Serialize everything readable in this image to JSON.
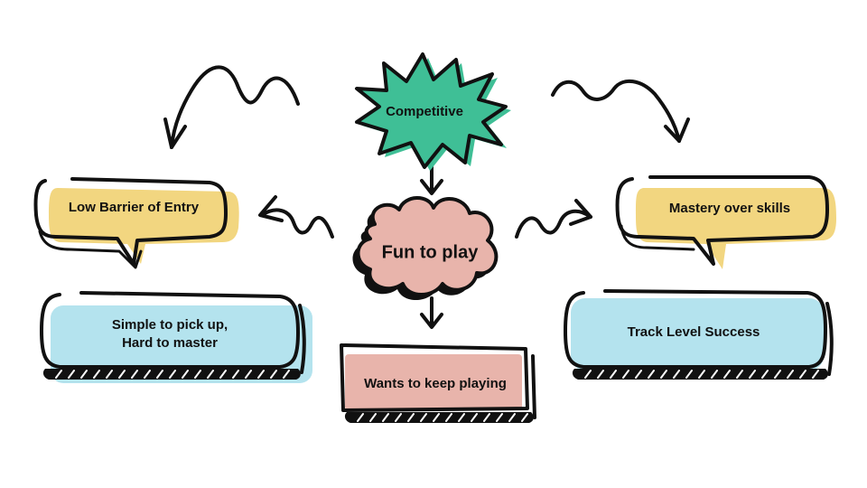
{
  "nodes": {
    "competitive": {
      "label": "Competitive"
    },
    "fun": {
      "label": "Fun to play"
    },
    "low_barrier": {
      "label": "Low Barrier of Entry"
    },
    "mastery": {
      "label": "Mastery over skills"
    },
    "simple": {
      "line1": "Simple to pick up,",
      "line2": "Hard to master"
    },
    "keep_playing": {
      "label": "Wants to keep playing"
    },
    "track": {
      "label": "Track Level Success"
    }
  },
  "colors": {
    "green": "#3fbf96",
    "pink": "#e8b4ab",
    "yellow": "#f2d680",
    "blue": "#b4e3ee",
    "ink": "#111111"
  }
}
